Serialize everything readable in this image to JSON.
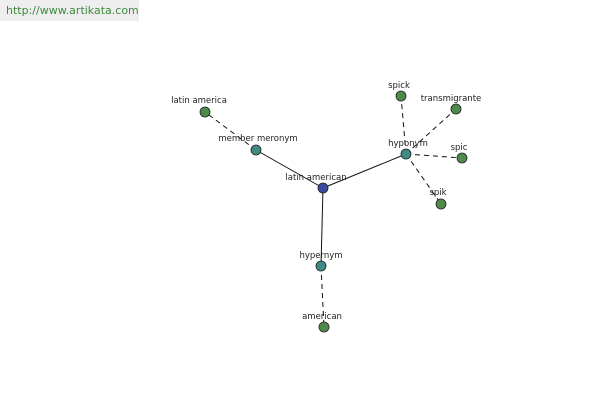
{
  "header": {
    "url_text": "http://www.artikata.com"
  },
  "colors": {
    "center_node": "#3a4aa0",
    "relation_node": "#3f8a84",
    "leaf_node": "#4e8a4a",
    "header_text": "#3f8a3f"
  },
  "graph": {
    "center": {
      "id": "latin-american",
      "label": "latin american"
    },
    "relations": [
      {
        "id": "member-meronym",
        "label": "member meronym"
      },
      {
        "id": "hyponym",
        "label": "hyponym"
      },
      {
        "id": "hypernym",
        "label": "hypernym"
      }
    ],
    "leaves": [
      {
        "id": "latin-america",
        "label": "latin america",
        "parent": "member-meronym"
      },
      {
        "id": "spick",
        "label": "spick",
        "parent": "hyponym"
      },
      {
        "id": "transmigrante",
        "label": "transmigrante",
        "parent": "hyponym"
      },
      {
        "id": "spic",
        "label": "spic",
        "parent": "hyponym"
      },
      {
        "id": "spik",
        "label": "spik",
        "parent": "hyponym"
      },
      {
        "id": "american",
        "label": "american",
        "parent": "hypernym"
      }
    ]
  }
}
